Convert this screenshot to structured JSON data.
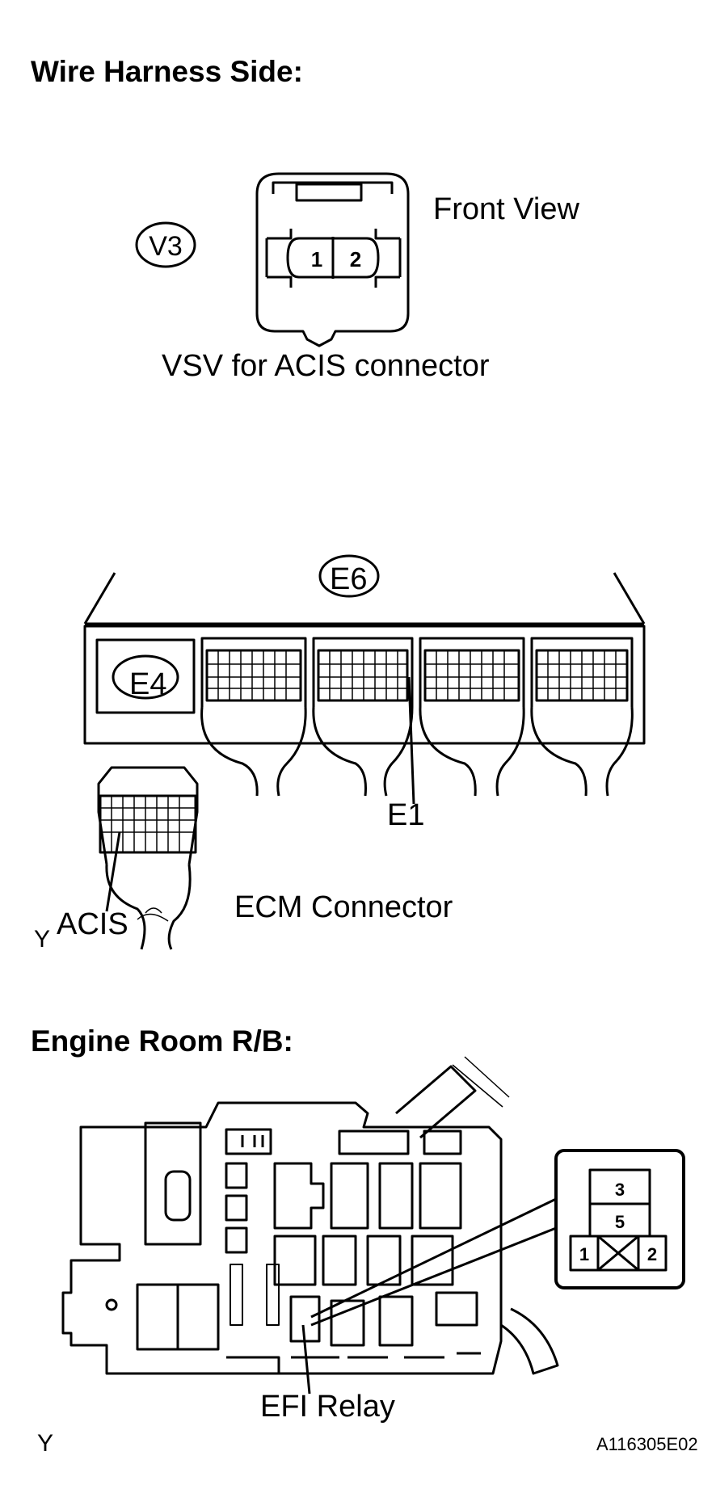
{
  "sections": {
    "wire_harness_title": "Wire Harness Side:",
    "engine_room_title": "Engine Room R/B:"
  },
  "vsv": {
    "connector_code": "V3",
    "view_label": "Front View",
    "connector_label": "VSV for ACIS connector",
    "pins": [
      "1",
      "2"
    ]
  },
  "ecm": {
    "code_e6": "E6",
    "code_e4": "E4",
    "pin_e1": "E1",
    "pin_acis": "ACIS",
    "connector_label": "ECM Connector",
    "marker": "Y"
  },
  "relay_box": {
    "relay_label": "EFI Relay",
    "pins": [
      "3",
      "5",
      "1",
      "2"
    ],
    "marker": "Y",
    "figure_code": "A116305E02"
  }
}
